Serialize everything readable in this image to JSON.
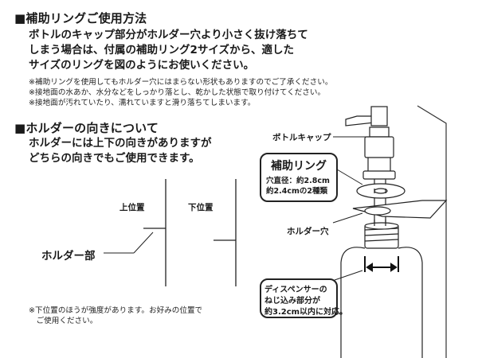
{
  "section1": {
    "heading": "■補助リングご使用方法",
    "body_lines": [
      "ボトルのキャップ部分がホルダー穴より小さく抜け落ちて",
      "しまう場合は、付属の補助リング2サイズから、適した",
      "サイズのリングを図のようにお使いください。"
    ],
    "notes": [
      "※補助リングを使用してもホルダー穴にはまらない形状もありますのでご了承ください。",
      "※接地面の水あか、水分などをしっかり落とし、乾かした状態で取り付けてください。",
      "※接地面が汚れていたり、濡れていますと滑り落ちてしまいます。"
    ]
  },
  "section2": {
    "heading": "■ホルダーの向きについて",
    "body_lines": [
      "ホルダーには上下の向きがありますが",
      "どちらの向きでもご使用できます。"
    ],
    "upper_label": "上位置",
    "lower_label": "下位置",
    "holder_label": "ホルダー部",
    "notes": [
      "※下位置のほうが強度があります。お好みの位置で",
      "　ご使用ください。"
    ]
  },
  "diagram": {
    "bottle_cap_label": "ボトルキャップ",
    "ring_title": "補助リング",
    "ring_inner_diameter": "穴直径：約2.8cm",
    "ring_types": "約2.4cmの2種類",
    "holder_hole_label": "ホルダー穴",
    "screw_lines": [
      "ディスペンサーの",
      "ねじ込み部分が",
      "約3.2cm以内に対応。"
    ]
  }
}
